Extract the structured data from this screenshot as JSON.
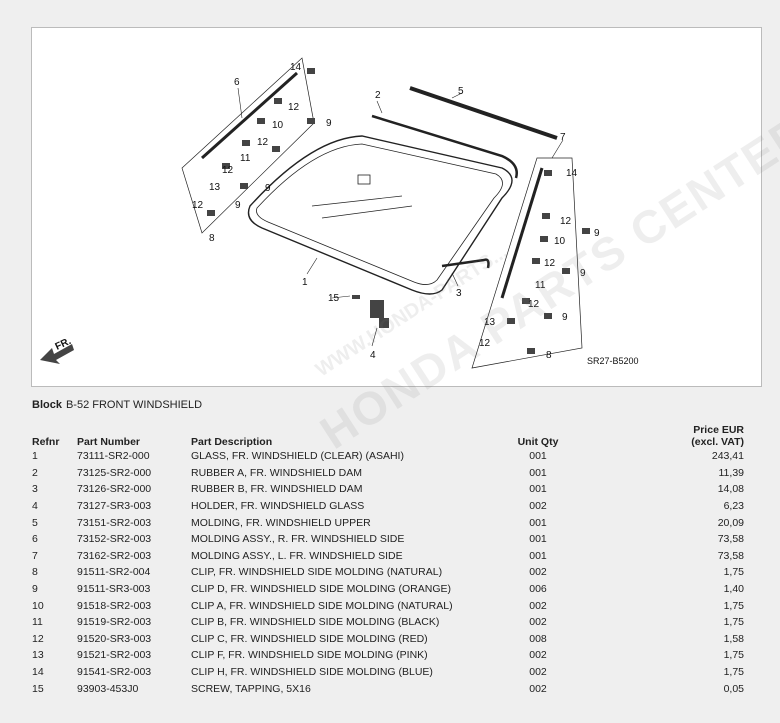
{
  "diagram": {
    "code": "SR27-B5200",
    "direction_label": "FR.",
    "callouts": [
      "1",
      "2",
      "3",
      "4",
      "5",
      "6",
      "7",
      "8",
      "9",
      "10",
      "11",
      "12",
      "13",
      "14",
      "15"
    ]
  },
  "watermark": {
    "text": "HONDA PARTS CENTER MODEL X",
    "url": "WWW.HONDA-PARTS..."
  },
  "block": {
    "label": "Block",
    "value": "B-52 FRONT WINDSHIELD"
  },
  "table": {
    "headers": {
      "refnr": "Refnr",
      "part_number": "Part Number",
      "description": "Part Description",
      "unit_qty": "Unit Qty",
      "price_line1": "Price EUR",
      "price_line2": "(excl. VAT)"
    },
    "rows": [
      {
        "ref": "1",
        "pn": "73111-SR2-000",
        "desc": "GLASS, FR. WINDSHIELD (CLEAR) (ASAHI)",
        "qty": "001",
        "price": "243,41"
      },
      {
        "ref": "2",
        "pn": "73125-SR2-000",
        "desc": "RUBBER A, FR. WINDSHIELD DAM",
        "qty": "001",
        "price": "11,39"
      },
      {
        "ref": "3",
        "pn": "73126-SR2-000",
        "desc": "RUBBER B, FR. WINDSHIELD DAM",
        "qty": "001",
        "price": "14,08"
      },
      {
        "ref": "4",
        "pn": "73127-SR3-003",
        "desc": "HOLDER, FR. WINDSHIELD GLASS",
        "qty": "002",
        "price": "6,23"
      },
      {
        "ref": "5",
        "pn": "73151-SR2-003",
        "desc": "MOLDING, FR. WINDSHIELD UPPER",
        "qty": "001",
        "price": "20,09"
      },
      {
        "ref": "6",
        "pn": "73152-SR2-003",
        "desc": "MOLDING ASSY., R. FR. WINDSHIELD SIDE",
        "qty": "001",
        "price": "73,58"
      },
      {
        "ref": "7",
        "pn": "73162-SR2-003",
        "desc": "MOLDING ASSY., L. FR. WINDSHIELD SIDE",
        "qty": "001",
        "price": "73,58"
      },
      {
        "ref": "8",
        "pn": "91511-SR2-004",
        "desc": "CLIP, FR. WINDSHIELD SIDE MOLDING (NATURAL)",
        "qty": "002",
        "price": "1,75"
      },
      {
        "ref": "9",
        "pn": "91511-SR3-003",
        "desc": "CLIP D, FR. WINDSHIELD SIDE MOLDING (ORANGE)",
        "qty": "006",
        "price": "1,40"
      },
      {
        "ref": "10",
        "pn": "91518-SR2-003",
        "desc": "CLIP A, FR. WINDSHIELD SIDE MOLDING (NATURAL)",
        "qty": "002",
        "price": "1,75"
      },
      {
        "ref": "11",
        "pn": "91519-SR2-003",
        "desc": "CLIP B, FR. WINDSHIELD SIDE MOLDING (BLACK)",
        "qty": "002",
        "price": "1,75"
      },
      {
        "ref": "12",
        "pn": "91520-SR3-003",
        "desc": "CLIP C, FR. WINDSHIELD SIDE MOLDING (RED)",
        "qty": "008",
        "price": "1,58"
      },
      {
        "ref": "13",
        "pn": "91521-SR2-003",
        "desc": "CLIP F, FR. WINDSHIELD SIDE MOLDING (PINK)",
        "qty": "002",
        "price": "1,75"
      },
      {
        "ref": "14",
        "pn": "91541-SR2-003",
        "desc": "CLIP H, FR. WINDSHIELD SIDE MOLDING (BLUE)",
        "qty": "002",
        "price": "1,75"
      },
      {
        "ref": "15",
        "pn": "93903-453J0",
        "desc": "SCREW, TAPPING, 5X16",
        "qty": "002",
        "price": "0,05"
      }
    ]
  }
}
